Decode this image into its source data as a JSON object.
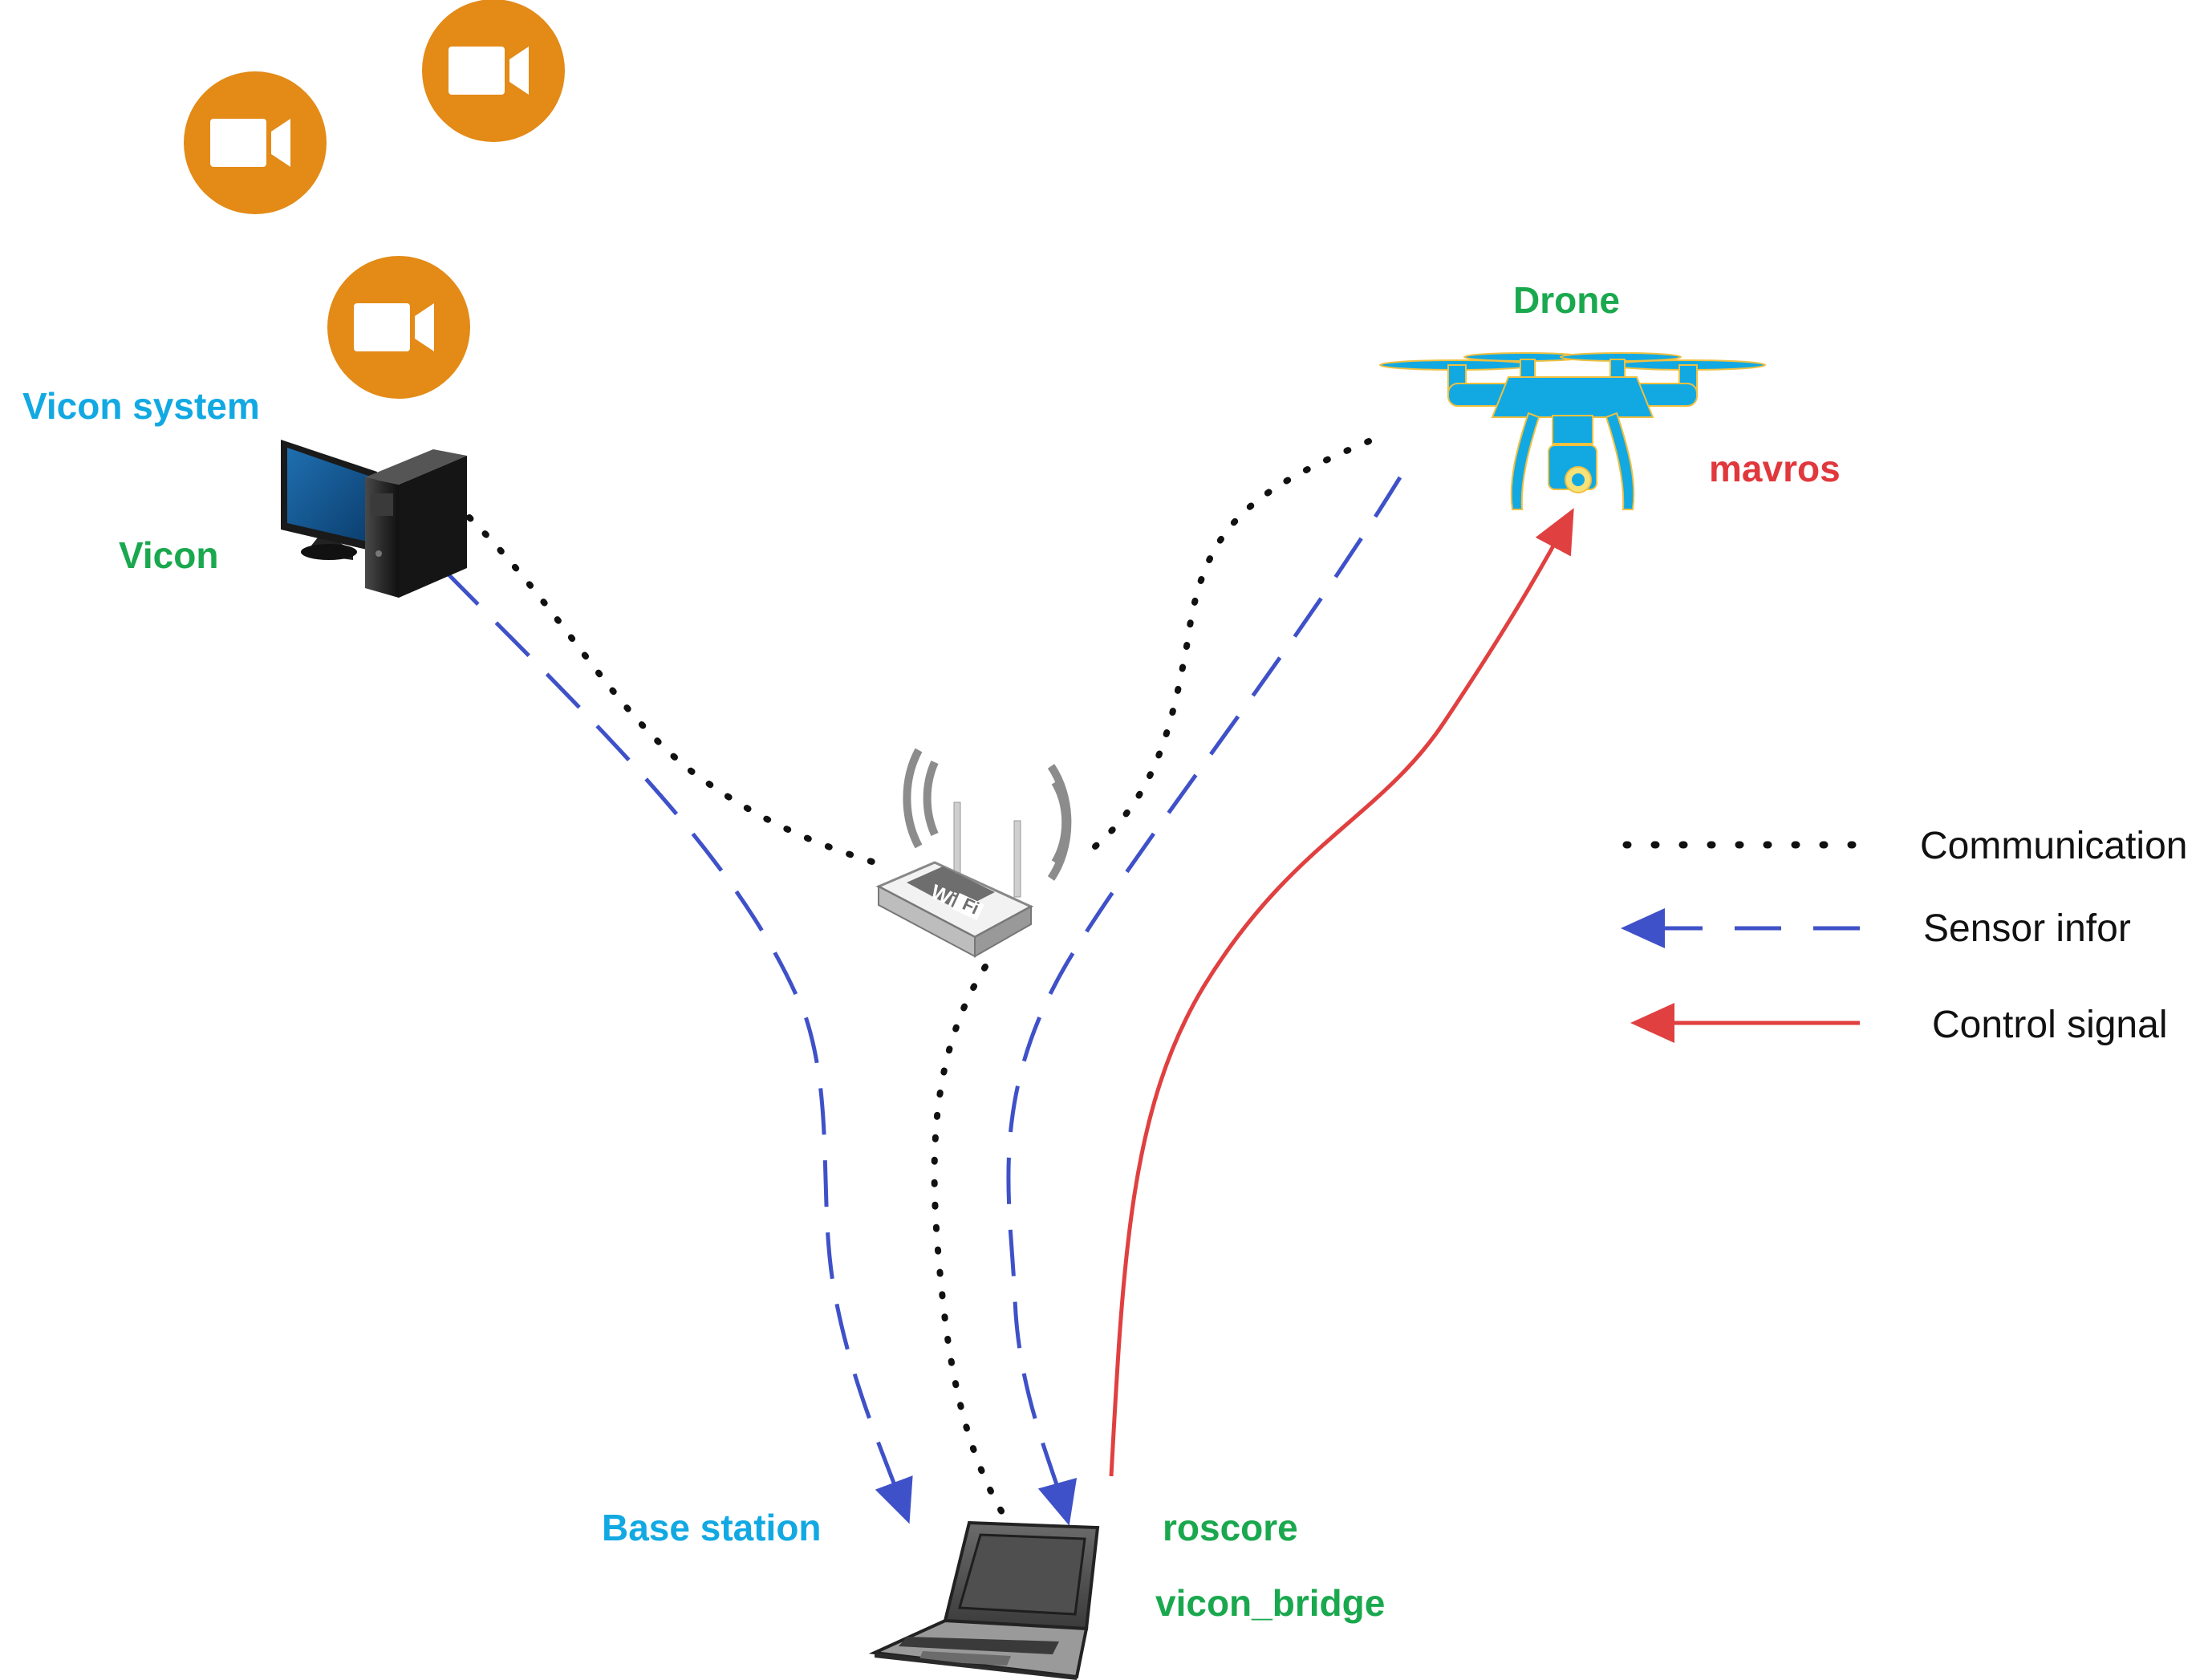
{
  "labels": {
    "vicon_system": "Vicon system",
    "vicon": "Vicon",
    "drone": "Drone",
    "mavros": "mavros",
    "base_station": "Base station",
    "roscore": "roscore",
    "vicon_bridge": "vicon_bridge"
  },
  "legend": {
    "communication": "Communication",
    "sensor": "Sensor infor",
    "control": "Control signal"
  },
  "colors": {
    "blue_label": "#12a9e3",
    "green_label": "#1aa84e",
    "red_label": "#e0383c",
    "communication": "#111111",
    "sensor": "#3f51c8",
    "control": "#e04040",
    "camera": "#e38a17",
    "drone": "#12a9e3"
  },
  "icons": [
    "camera-icon",
    "desktop-computer-icon",
    "wifi-router-icon",
    "drone-icon",
    "laptop-icon"
  ]
}
